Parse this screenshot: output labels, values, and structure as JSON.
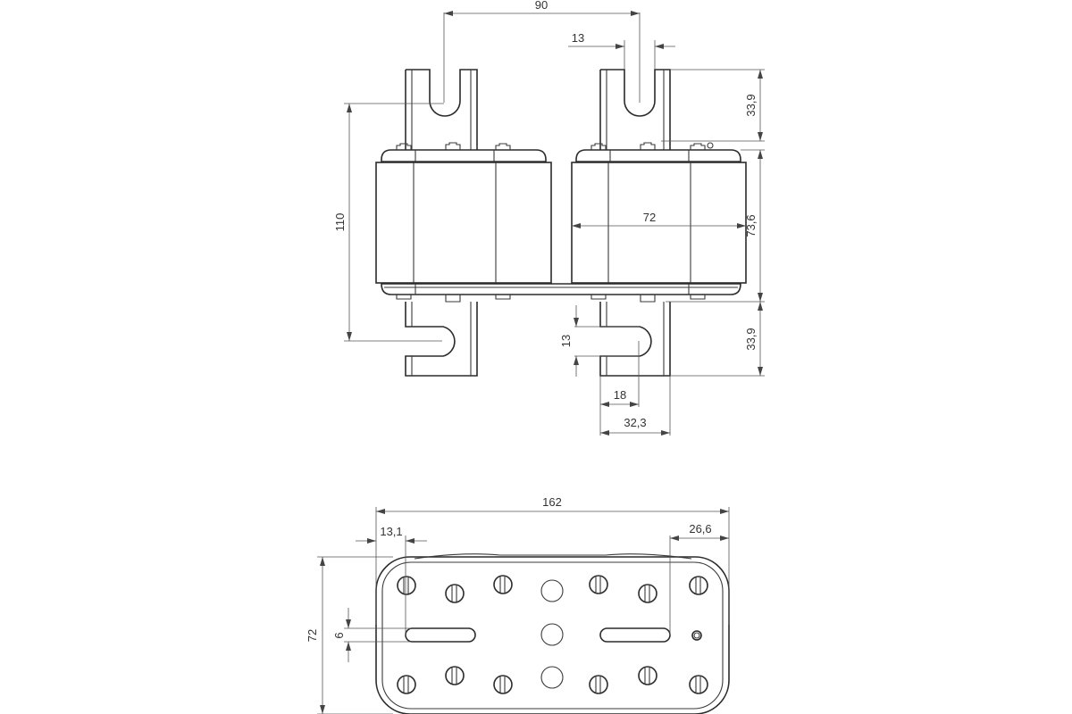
{
  "drawing": {
    "subject": "Fuse-link with slotted blade contacts (front and bottom views)",
    "line_color": "#2b2b2b",
    "dimension_color": "#555555",
    "background": "#ffffff"
  },
  "front_view": {
    "dimensions": {
      "contact_spacing": "90",
      "slot_width_top": "13",
      "blade_height_top": "33,9",
      "overall_height": "110",
      "body_width": "72",
      "body_height": "73,6",
      "blade_height_bottom": "33,9",
      "slot_width_bottom": "13",
      "slot_depth": "18",
      "blade_width": "32,3"
    }
  },
  "bottom_view": {
    "dimensions": {
      "overall_length": "162",
      "left_offset": "13,1",
      "right_offset": "26,6",
      "overall_width": "72",
      "slot_width": "6"
    }
  }
}
